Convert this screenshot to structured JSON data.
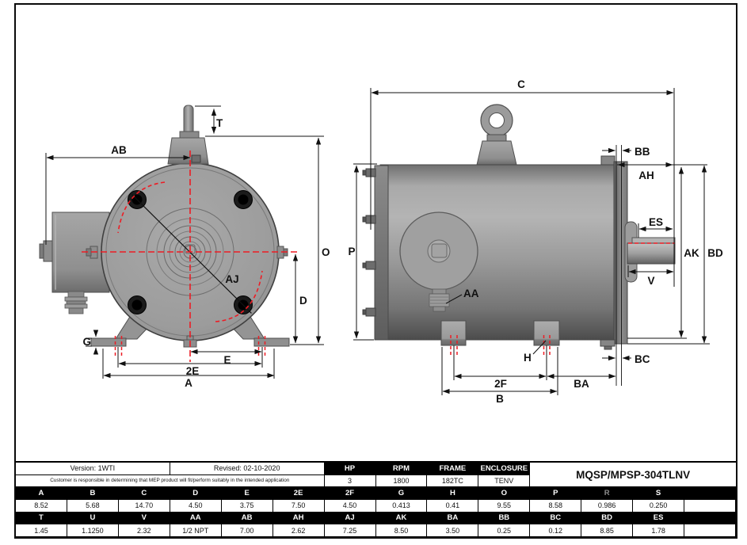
{
  "drawing": {
    "labels": {
      "T": "T",
      "AB": "AB",
      "O": "O",
      "AJ": "AJ",
      "D": "D",
      "G": "G",
      "E": "E",
      "2E": "2E",
      "A": "A",
      "C": "C",
      "P": "P",
      "AA": "AA",
      "H": "H",
      "2F": "2F",
      "BA": "BA",
      "B": "B",
      "BB": "BB",
      "AH": "AH",
      "ES": "ES",
      "V": "V",
      "AK": "AK",
      "BD": "BD",
      "BC": "BC"
    },
    "colors": {
      "centerline_red": "#ed1c24",
      "line_black": "#111111",
      "motor_gray": "#9a9a9a"
    }
  },
  "title_block": {
    "version": "Version: 1WTI",
    "revised": "Revised: 02-10-2020",
    "disclaimer": "Customer is responsible in determining that MEP product will fit/perform suitably in the intended application",
    "model": "MQSP/MPSP-304TLNV",
    "specs": {
      "headers": [
        "HP",
        "RPM",
        "FRAME",
        "ENCLOSURE"
      ],
      "values": [
        "3",
        "1800",
        "182TC",
        "TENV"
      ]
    }
  },
  "dimensions_table": {
    "muted_header": "R",
    "rows": [
      {
        "type": "header",
        "cells": [
          "A",
          "B",
          "C",
          "D",
          "E",
          "2E",
          "2F",
          "G",
          "H",
          "O",
          "P",
          "R",
          "S",
          ""
        ]
      },
      {
        "type": "value",
        "cells": [
          "8.52",
          "5.68",
          "14.70",
          "4.50",
          "3.75",
          "7.50",
          "4.50",
          "0.413",
          "0.41",
          "9.55",
          "8.58",
          "0.986",
          "0.250",
          ""
        ]
      },
      {
        "type": "header",
        "cells": [
          "T",
          "U",
          "V",
          "AA",
          "AB",
          "AH",
          "AJ",
          "AK",
          "BA",
          "BB",
          "BC",
          "BD",
          "ES",
          ""
        ]
      },
      {
        "type": "value",
        "cells": [
          "1.45",
          "1.1250",
          "2.32",
          "1/2 NPT",
          "7.00",
          "2.62",
          "7.25",
          "8.50",
          "3.50",
          "0.25",
          "0.12",
          "8.85",
          "1.78",
          ""
        ]
      }
    ]
  }
}
